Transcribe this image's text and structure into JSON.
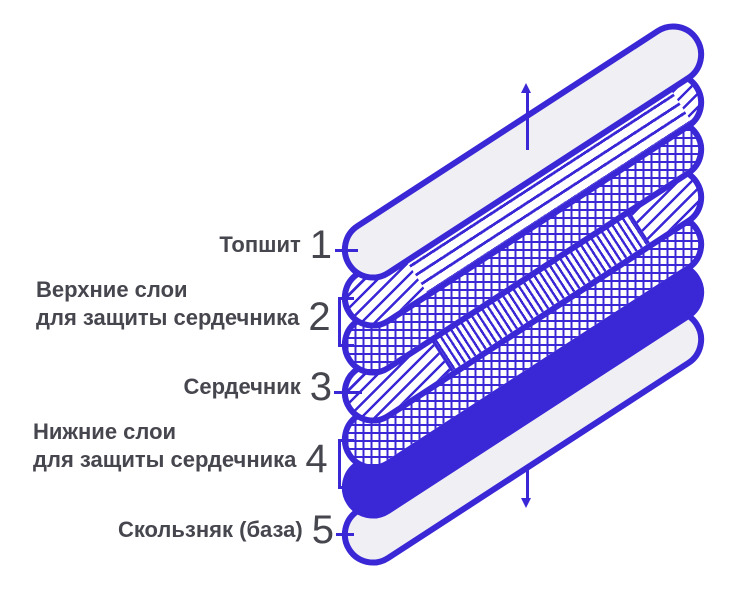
{
  "page": {
    "background": "#ffffff"
  },
  "diagram": {
    "type": "exploded-layer-stack",
    "subject": "ski-snowboard-construction-layers",
    "accent_color": "#3a27d6",
    "light_fill": "#f0eff4",
    "text_color": "#46464e",
    "layers": [
      {
        "name": "topsheet",
        "pattern": "solid-light"
      },
      {
        "name": "upper-protective-layer-1",
        "pattern": "hatch-contour"
      },
      {
        "name": "upper-protective-layer-2",
        "pattern": "grid"
      },
      {
        "name": "core",
        "pattern": "hatch-laminate"
      },
      {
        "name": "lower-protective-layer-1",
        "pattern": "grid"
      },
      {
        "name": "lower-protective-layer-2",
        "pattern": "solid-blue"
      },
      {
        "name": "base",
        "pattern": "solid-light"
      }
    ],
    "callouts": [
      {
        "number": "1",
        "line1": "Топшит",
        "connector": "line",
        "targets": [
          "topsheet"
        ]
      },
      {
        "number": "2",
        "line1": "Верхние слои",
        "line2": "для защиты сердечника",
        "connector": "bracket",
        "targets": [
          "upper-protective-layer-1",
          "upper-protective-layer-2"
        ]
      },
      {
        "number": "3",
        "line1": "Сердечник",
        "connector": "line",
        "targets": [
          "core"
        ]
      },
      {
        "number": "4",
        "line1": "Нижние слои",
        "line2": "для защиты сердечника",
        "connector": "bracket",
        "targets": [
          "lower-protective-layer-1",
          "lower-protective-layer-2"
        ]
      },
      {
        "number": "5",
        "line1": "Скользняк (база)",
        "connector": "line",
        "targets": [
          "base"
        ]
      }
    ],
    "arrows": [
      {
        "direction": "up",
        "position": "through-topsheet"
      },
      {
        "direction": "down",
        "position": "below-base"
      }
    ]
  }
}
